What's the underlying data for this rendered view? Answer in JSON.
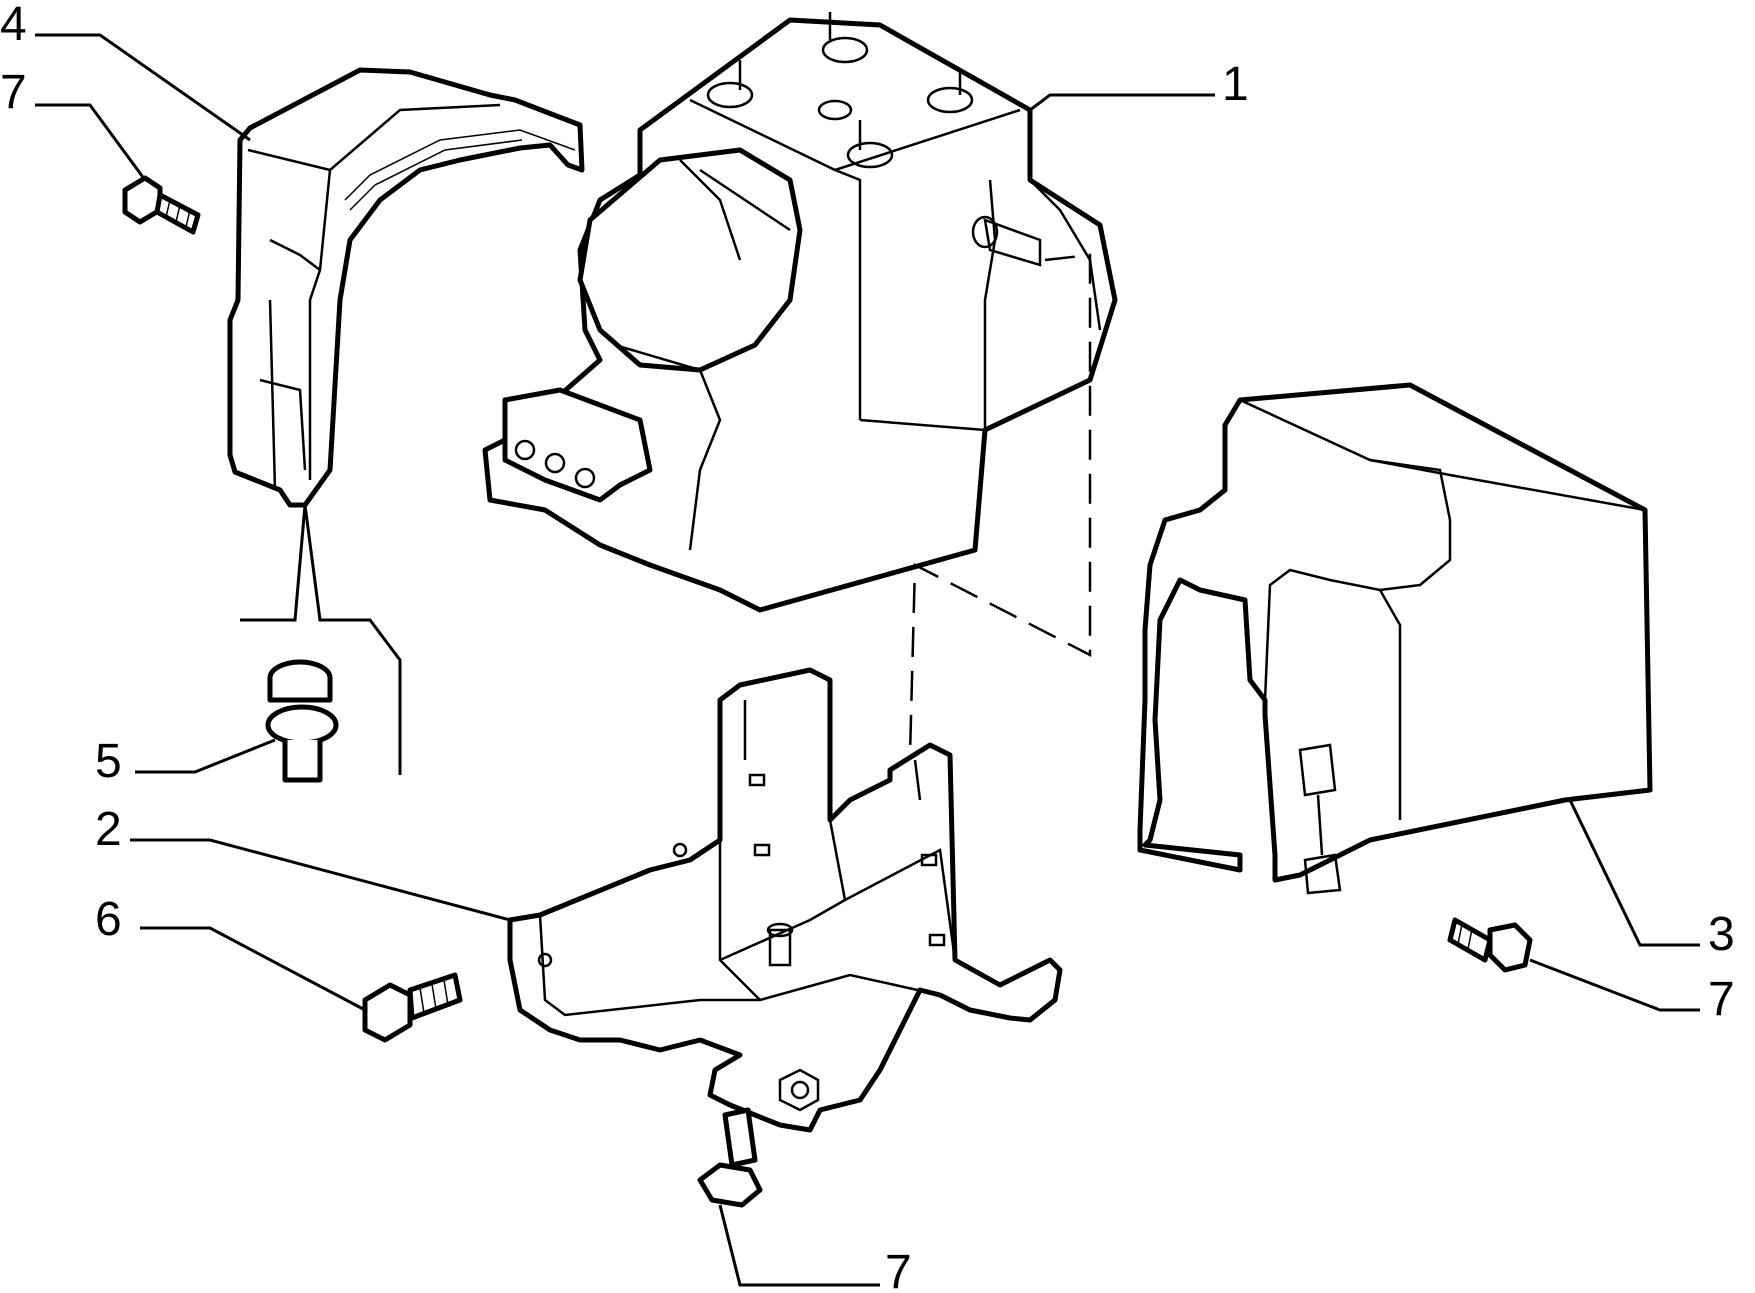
{
  "diagram": {
    "callouts": [
      {
        "id": "c1",
        "label": "1"
      },
      {
        "id": "c2",
        "label": "2"
      },
      {
        "id": "c3",
        "label": "3"
      },
      {
        "id": "c4",
        "label": "4"
      },
      {
        "id": "c5",
        "label": "5"
      },
      {
        "id": "c6",
        "label": "6"
      },
      {
        "id": "c7a",
        "label": "7"
      },
      {
        "id": "c7b",
        "label": "7"
      },
      {
        "id": "c7c",
        "label": "7"
      }
    ]
  }
}
